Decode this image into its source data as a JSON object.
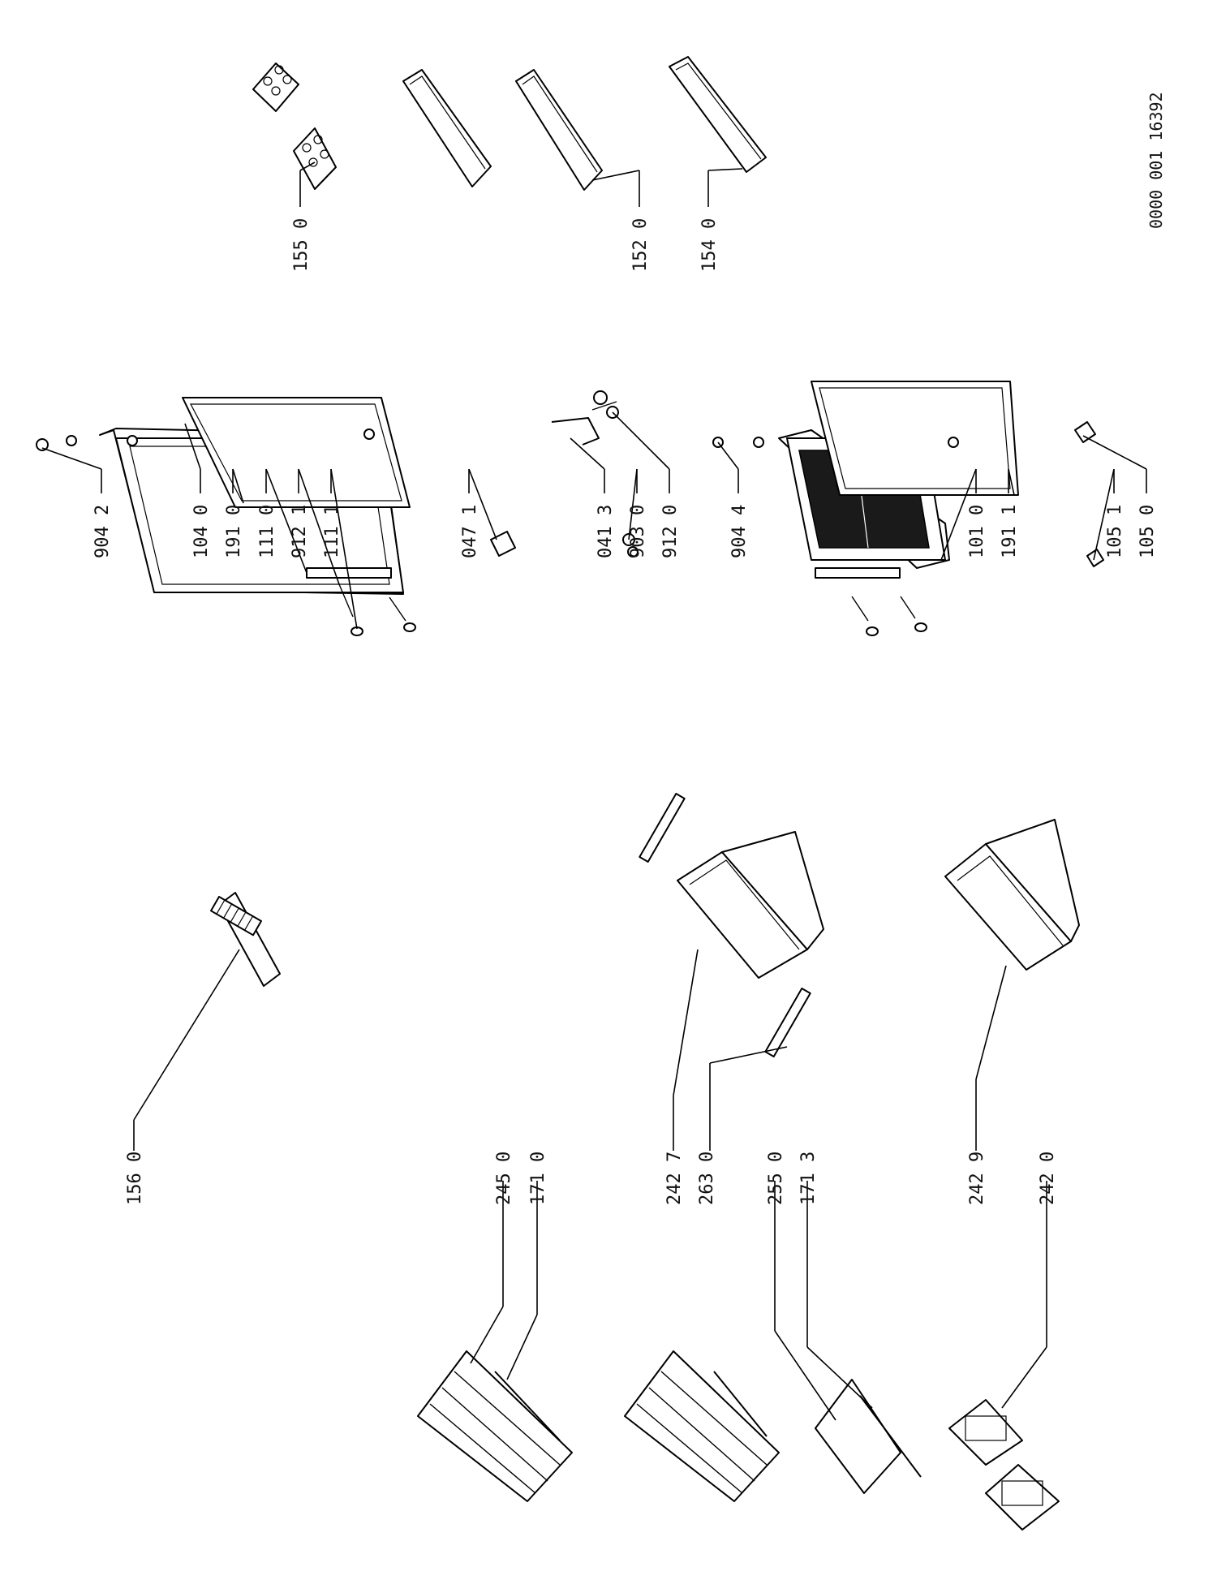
{
  "document_id": "0000 001 16392",
  "part_numbers": [
    "904 2",
    "104 0",
    "191 0",
    "111 0",
    "912 1",
    "111 1",
    "047 1",
    "041 3",
    "903 0",
    "912 0",
    "904 4",
    "101 0",
    "191 1",
    "105 1",
    "105 0",
    "155 0",
    "152 0",
    "154 0",
    "156 0",
    "245 0",
    "171 0",
    "242 7",
    "263 0",
    "255 0",
    "171 3",
    "242 9",
    "242 0"
  ]
}
